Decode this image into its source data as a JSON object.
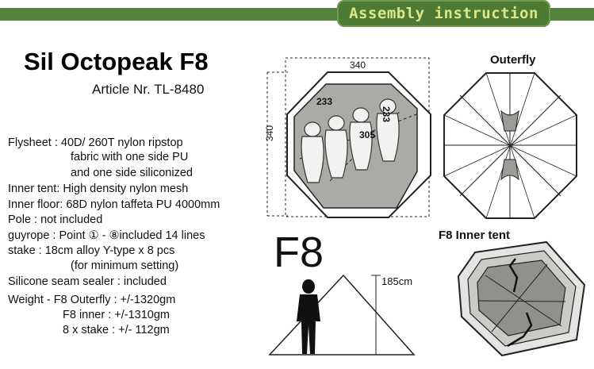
{
  "header": {
    "label": "Assembly instruction"
  },
  "product": {
    "title": "Sil Octopeak F8",
    "article": "Article Nr. TL-8480"
  },
  "specs": {
    "flysheet_1": "Flysheet :  40D/ 260T nylon ripstop",
    "flysheet_2": "fabric with one side PU",
    "flysheet_3": "and one side siliconized",
    "inner_tent": "Inner tent:  High density nylon mesh",
    "inner_floor": "Inner floor:  68D nylon taffeta PU 4000mm",
    "pole": "Pole :         not included",
    "guyrope": "guyrope :  Point ① - ⑧included 14 lines",
    "stake_1": "stake     :  18cm alloy Y-type x 8 pcs",
    "stake_2": "(for minimum setting)",
    "sealer": "Silicone seam sealer : included",
    "weight_1": "Weight  - F8 Outerfly   :  +/-1320gm",
    "weight_2": "F8 inner        :  +/-1310gm",
    "weight_3": "8 x stake       :  +/- 112gm"
  },
  "floor_plan": {
    "width_label": "340",
    "height_label": "340",
    "inner_width_label": "233",
    "inner_height_label": "233",
    "diagonal_label": "305"
  },
  "outerfly": {
    "title": "Outerfly"
  },
  "side_view": {
    "model_label": "F8",
    "height_label": "185cm"
  },
  "inner_tent": {
    "title": "F8 Inner tent"
  },
  "colors": {
    "header_green": "#55823a",
    "header_text": "#d9e88a",
    "floor_gray": "#a9aba6"
  }
}
